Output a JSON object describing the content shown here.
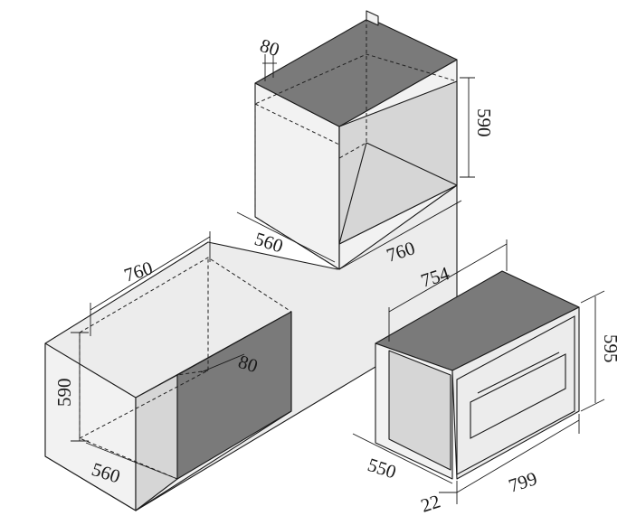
{
  "dimensions": {
    "upper_recess_notch": "80",
    "upper_height": "590",
    "upper_depth": "560",
    "upper_width": "760",
    "lower_width": "760",
    "lower_notch": "80",
    "lower_height": "590",
    "lower_depth": "560",
    "oven_width_top": "754",
    "oven_height": "595",
    "oven_depth": "550",
    "oven_front_width": "799",
    "oven_front_thickness": "22"
  },
  "colors": {
    "light_face": "#f2f2f2",
    "mid_face": "#d6d6d6",
    "dark_face": "#7a7a7a",
    "line": "#1a1a1a"
  }
}
